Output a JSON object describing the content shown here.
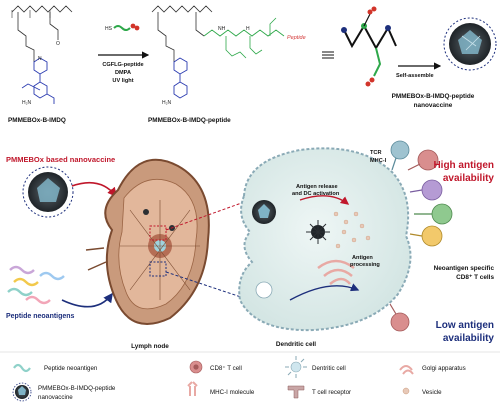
{
  "scheme": {
    "compound1": "PMMEBOx-B-IMDQ",
    "compound2": "PMMEBOx-B-IMDQ-peptide",
    "compound3_line1": "PMMEBOx-B-IMDQ-peptide",
    "compound3_line2": "nanovaccine",
    "reagent1": "CGFLG-peptide",
    "reagent2": "DMPA",
    "reagent3": "UV light",
    "self_assemble": "Self-assemble",
    "peptide_tag": "Peptide",
    "chem_h2n": "H₂N",
    "chem_n": "N",
    "chem_o": "O",
    "chem_hs": "HS",
    "chem_nh": "NH",
    "chem_h": "H"
  },
  "diagram": {
    "nanovaccine_title": "PMMEBOx based nanovaccine",
    "peptide_neoantigens": "Peptide neoantigens",
    "lymph_node": "Lymph node",
    "dendritic_cell": "Dendritic cell",
    "antigen_release_line1": "Antigen release",
    "antigen_release_line2": "and DC activation",
    "antigen_processing_line1": "Antigen",
    "antigen_processing_line2": "processing",
    "tcr": "TCR",
    "mhc": "MHC-I",
    "high_line1": "High antigen",
    "high_line2": "availability",
    "low_line1": "Low antigen",
    "low_line2": "availability",
    "neo_line1": "Neoantigen specific",
    "neo_line2": "CD8⁺ T cells"
  },
  "legend": {
    "peptide_neoantigen": "Peptide neoantigen",
    "nanovaccine_line1": "PMMEBOx-B-IMDQ-peptide",
    "nanovaccine_line2": "nanovaccine",
    "cd8_t_cell": "CD8⁺ T cell",
    "mhc_molecule": "MHC-I molecule",
    "dendritic_cell": "Dentritic cell",
    "t_cell_receptor": "T cell receptor",
    "golgi": "Golgi apparatus",
    "vesicle": "Vesicle"
  },
  "colors": {
    "title_red": "#c0172b",
    "navy": "#1d2f7c",
    "peptide_green": "#2ea84a",
    "peptide_red": "#d2342a",
    "peptide_text": "#d43a3a",
    "dc_fill": "#dfeceb",
    "dc_stroke": "#8aaab6",
    "node_fill": "#c99a7c",
    "node_stroke": "#7a4a30",
    "tcell_fill": "#d98e8e"
  },
  "icons": [
    "polymer-chain-icon",
    "nanoparticle-icon",
    "lymph-node-icon",
    "dendritic-cell-icon",
    "t-cell-icon",
    "mhc-icon",
    "tcr-icon",
    "golgi-icon",
    "vesicle-icon",
    "peptide-icon"
  ]
}
